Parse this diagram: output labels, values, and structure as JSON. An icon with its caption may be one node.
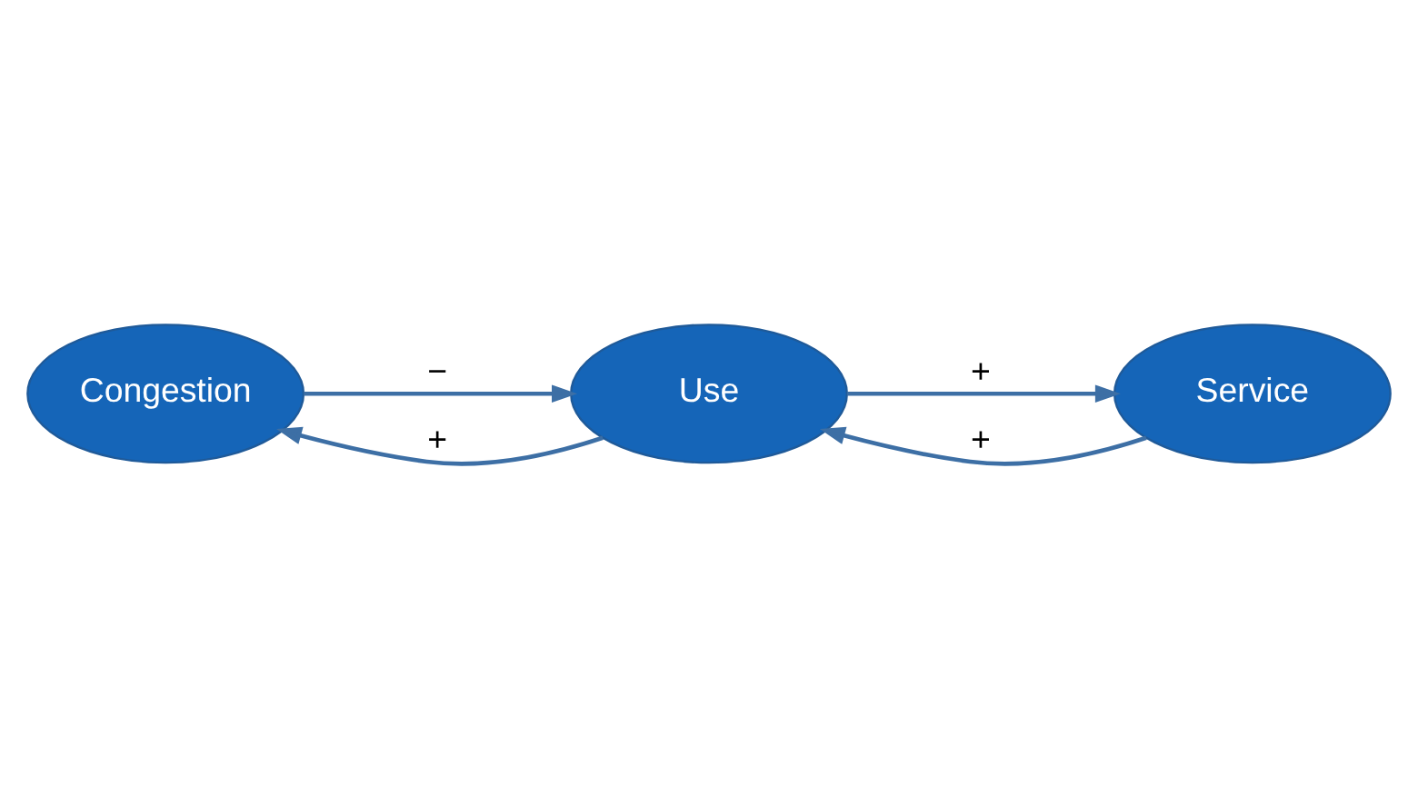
{
  "diagram": {
    "nodes": [
      {
        "text": [
          "Congestion"
        ]
      },
      {
        "text": [
          "Use"
        ]
      },
      {
        "text": [
          "Service"
        ]
      }
    ],
    "edges": [
      {
        "from": 0,
        "to": 1,
        "arrow": "to",
        "label": "−"
      },
      {
        "from": 1,
        "to": 0,
        "arrow": "to",
        "label": "+"
      },
      {
        "from": 1,
        "to": 2,
        "arrow": "to",
        "label": "+"
      },
      {
        "from": 2,
        "to": 1,
        "arrow": "to",
        "label": "+"
      }
    ]
  }
}
